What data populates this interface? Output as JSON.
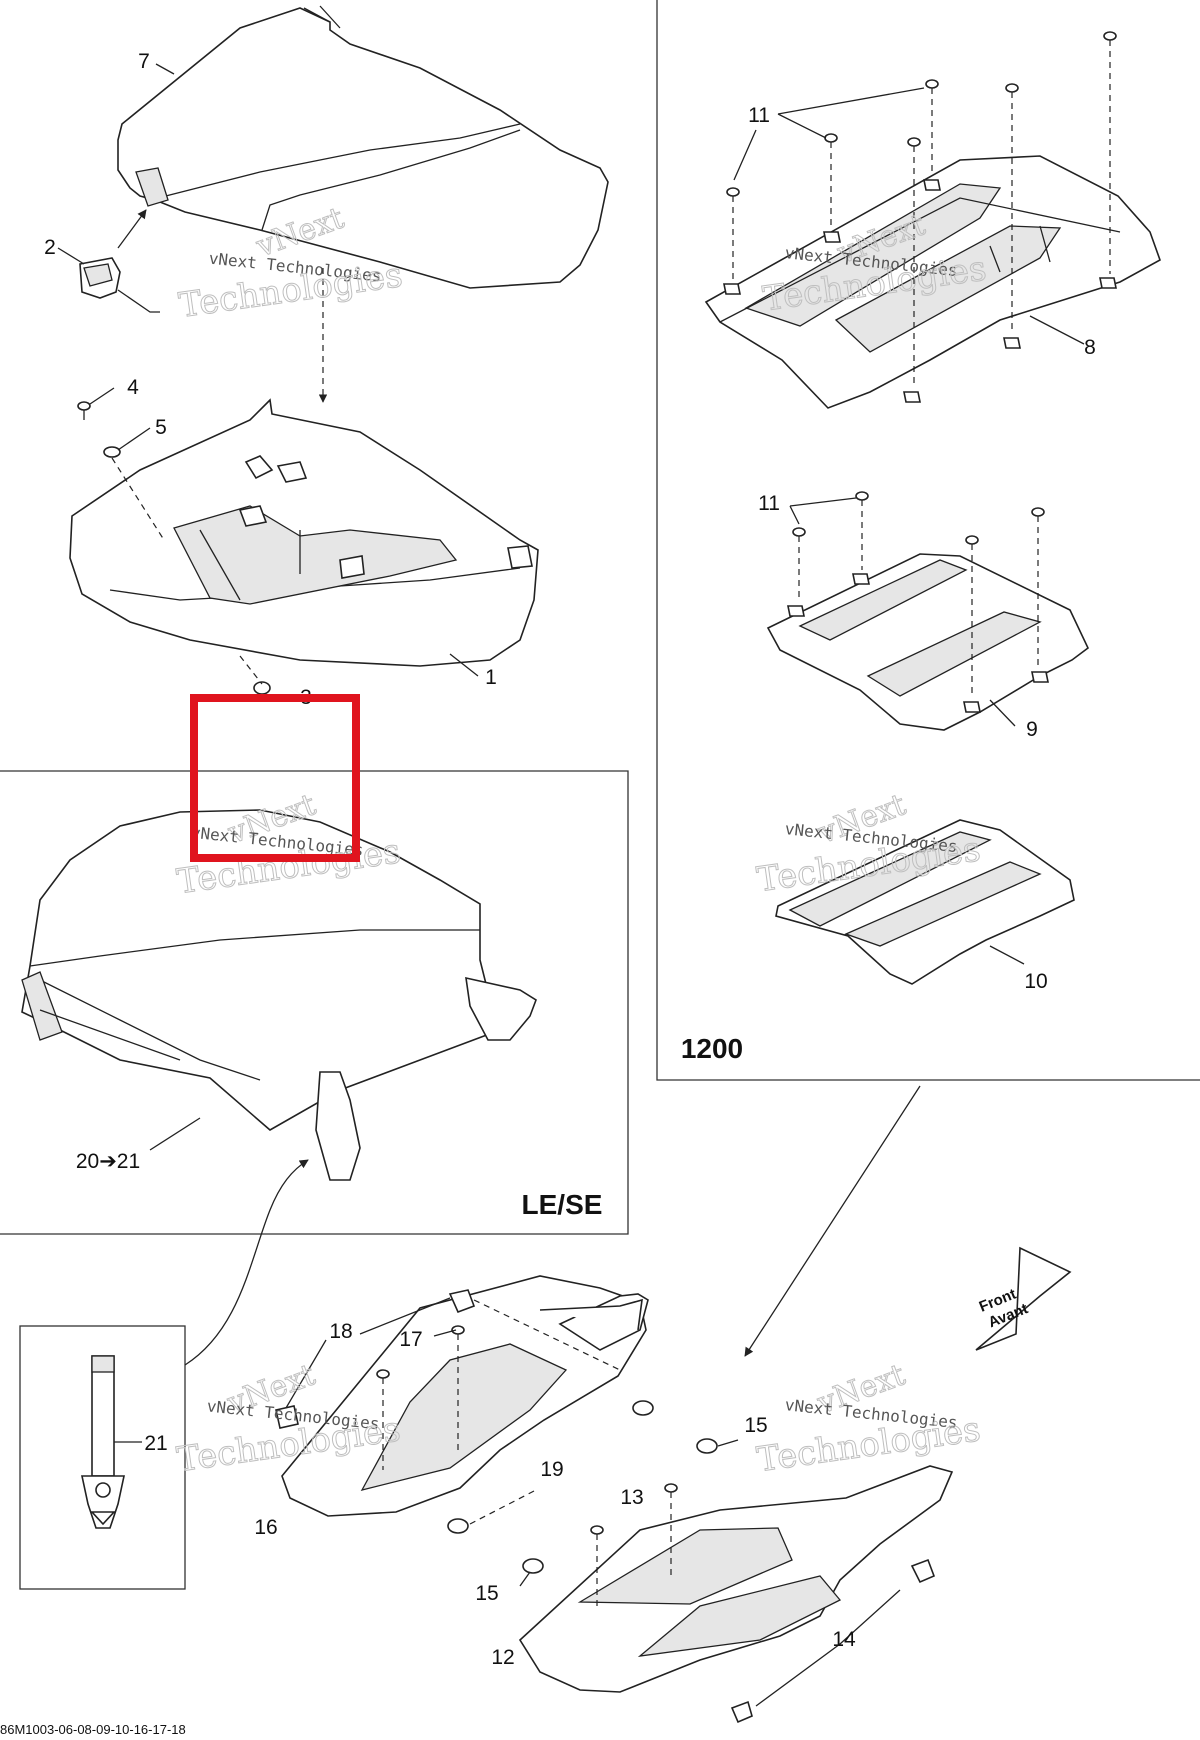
{
  "callouts": {
    "c1": "1",
    "c2": "2",
    "c3": "3",
    "c4": "4",
    "c5": "5",
    "c7": "7",
    "c8": "8",
    "c9": "9",
    "c10": "10",
    "c11a": "11",
    "c11b": "11",
    "c12": "12",
    "c13": "13",
    "c14": "14",
    "c15a": "15",
    "c15b": "15",
    "c16": "16",
    "c17": "17",
    "c18": "18",
    "c19": "19",
    "c20_21": "20➔21",
    "c21": "21"
  },
  "boxes": {
    "box_1200": "1200",
    "box_lese": "LE/SE"
  },
  "front_arrow": {
    "line1": "Front",
    "line2": "Avant"
  },
  "watermark": {
    "line1": "vNext",
    "line2": "vNext Technologies",
    "line3": "Technologies"
  },
  "drawing_code": "86M1003-06-08-09-10-16-17-18",
  "highlight_color": "#e0141e"
}
